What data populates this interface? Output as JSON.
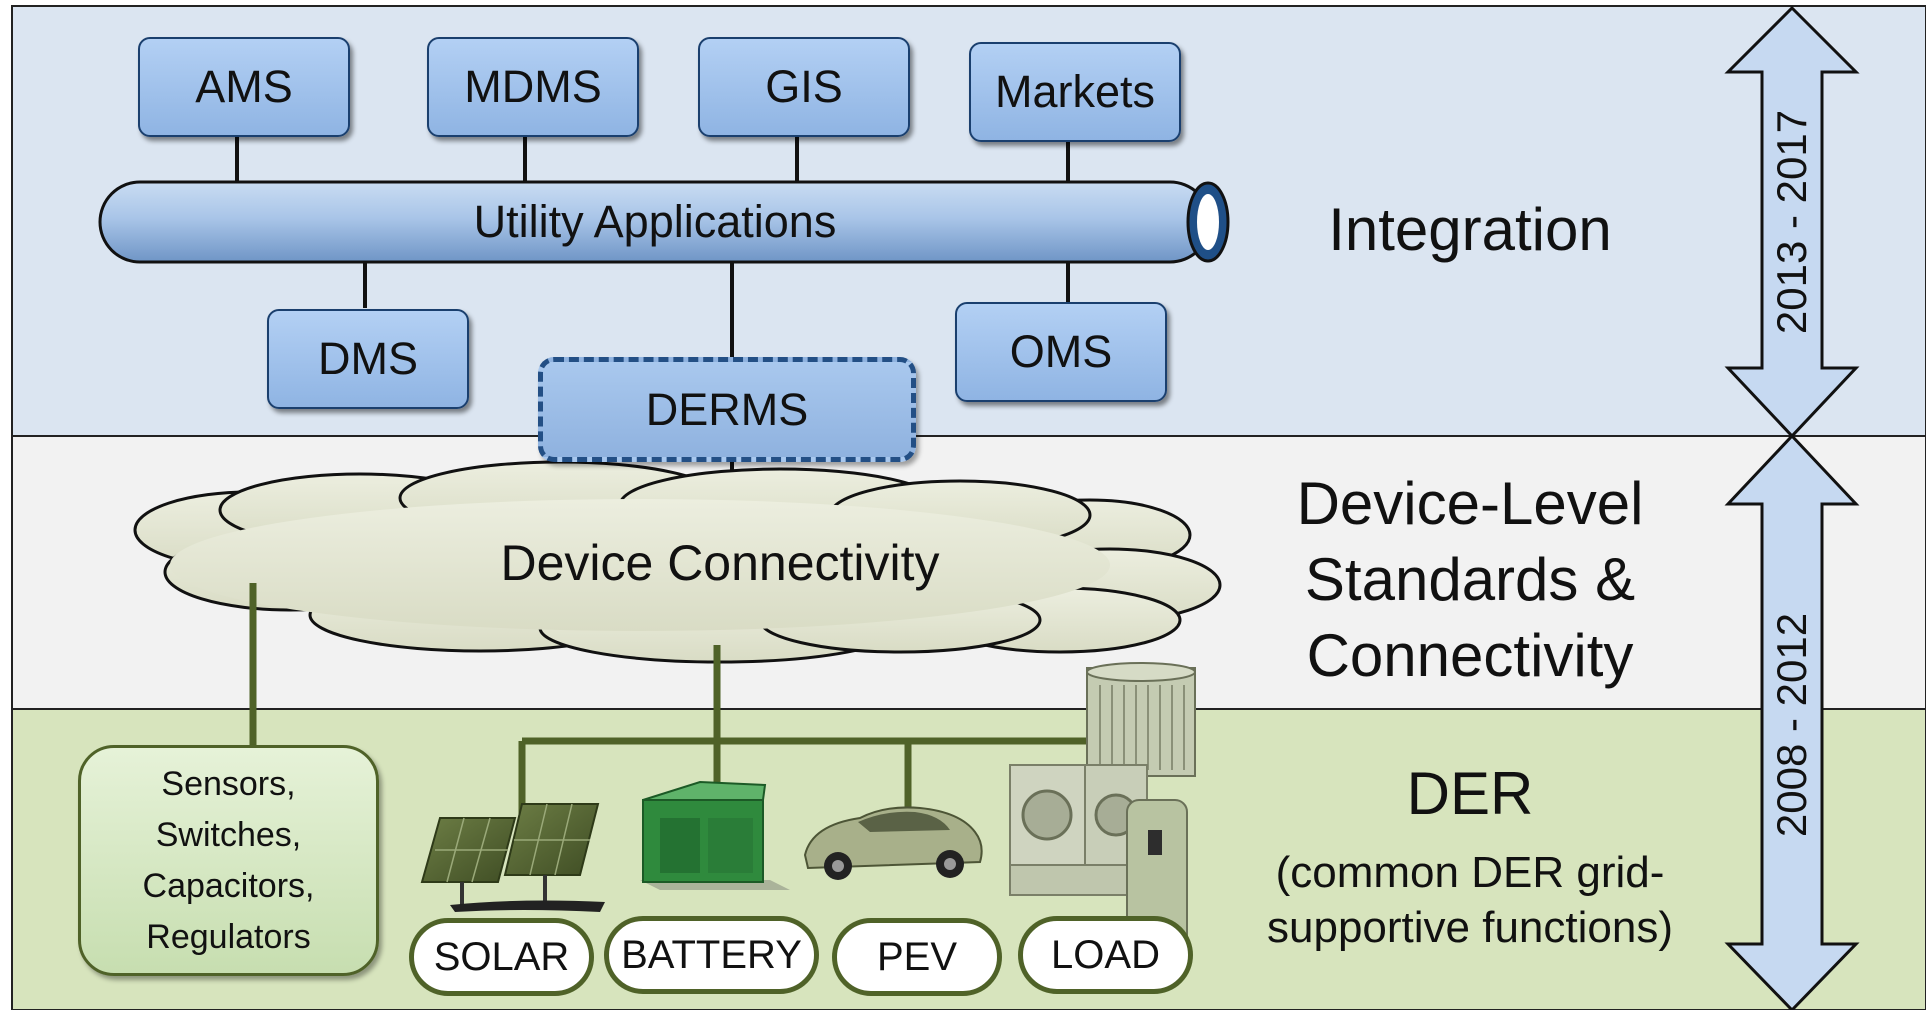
{
  "bands": {
    "integration": {
      "title": "Integration",
      "color": "#dbe5f1"
    },
    "device_level": {
      "title": "Device-Level Standards & Connectivity",
      "color": "#f2f2f2"
    },
    "der": {
      "title": "DER",
      "subtitle": "(common DER grid-supportive functions)",
      "color": "#d7e4bd"
    }
  },
  "utility_apps_top": [
    "AMS",
    "MDMS",
    "GIS",
    "Markets"
  ],
  "utility_bus_label": "Utility Applications",
  "utility_apps_bottom": [
    "DMS",
    "OMS"
  ],
  "derms_label": "DERMS",
  "cloud_label": "Device Connectivity",
  "grid_devices_label": "Sensors, Switches, Capacitors, Regulators",
  "der_devices": [
    "SOLAR",
    "BATTERY",
    "PEV",
    "LOAD"
  ],
  "timeline": {
    "upper": "2013 - 2017",
    "lower": "2008 - 2012",
    "arrow_color": "#c6d9f1"
  },
  "colors": {
    "box_border": "#1a3f6e",
    "der_line": "#4f6228",
    "connector": "#111111"
  }
}
